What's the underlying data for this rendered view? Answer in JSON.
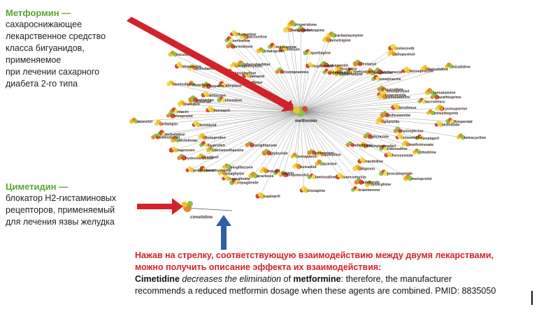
{
  "notes": {
    "metformin": {
      "title": "Метформин —",
      "lines": [
        "сахароснижающее",
        "лекарственное средство",
        "класса бигуанидов,",
        "применяемое",
        "при лечении сахарного",
        "диабета 2-го типа"
      ]
    },
    "cimetidine": {
      "title": "Циметидин —",
      "lines": [
        "блокатор H2-гистаминовых",
        "рецепторов, применяемый",
        "для лечения язвы желудка"
      ]
    }
  },
  "network": {
    "center_label": "metformin",
    "cimetidine_label": "cimetidine",
    "drug_labels": [
      "trimethoprim",
      "tolbutamide",
      "thiopental",
      "dofetilide",
      "glipizide",
      "tetracycline",
      "epinephrine",
      "enalapril",
      "cimetidine",
      "methotrexate",
      "ritodrine",
      "gliclazide",
      "zidovudine",
      "furosemide",
      "ethinylestradiol",
      "metoprolol",
      "nifedipine",
      "procainamide",
      "ranitidine",
      "digoxin",
      "morphine",
      "amiloride",
      "triamterene",
      "vancomycin",
      "quinidine",
      "quinine",
      "phenytoin",
      "lamivudine",
      "clozapine",
      "estradiol",
      "verapamil",
      "propranolol",
      "aspirin",
      "captopril",
      "insulin",
      "acarbose",
      "glyburide",
      "repaglinide",
      "nateglinide",
      "sitagliptin",
      "pioglitazone",
      "rosiglitazone",
      "levothyroxine",
      "prednisone",
      "cortisol",
      "dexamethasone",
      "hydrocortisone",
      "ibuprofen",
      "naproxen",
      "ketoprofen",
      "diclofenac",
      "salbutamol",
      "terbutaline",
      "isoniazid",
      "rifampin",
      "atenolol",
      "bisoprolol",
      "niacin",
      "lisinopril",
      "ramipril",
      "losartan",
      "valsartan",
      "clonidine",
      "diltiazem",
      "amlodipine",
      "warfarin",
      "heparin",
      "alteplase",
      "dopamine",
      "dobutamine",
      "nicotine",
      "caffeine",
      "theophylline",
      "danazol",
      "fosphenytoin",
      "phenobarbital",
      "primidone",
      "sertraline",
      "fluoxetine",
      "paroxetine",
      "citalopram",
      "clomipramine",
      "imipramine",
      "lithium",
      "haloperidol",
      "risperidone",
      "olanzapine",
      "quetiapine",
      "topiramate",
      "lamotrigine",
      "carbamazepine",
      "gabapentin",
      "baclofen",
      "tramadol",
      "codeine",
      "oxycodone",
      "fentanyl",
      "meloxicam",
      "celecoxib",
      "allopurinol",
      "colchicine",
      "probenecid",
      "omeprazole",
      "lansoprazole",
      "famotidine",
      "nizatidine",
      "sucralfate",
      "misoprostol",
      "loperamide",
      "sulfasalazine",
      "mesalamine",
      "azathioprine",
      "tacrolimus",
      "sirolimus",
      "cyclosporine"
    ]
  },
  "caption": {
    "red_line1": "Нажав на стрелку, соответствующую взаимодействию между двумя лекарствами,",
    "red_line2": "можно получить описание эффекта их взаимодействия:",
    "drug_a": "Cimetidine",
    "effect": "decreases the elimination",
    "of": "of",
    "drug_b": "metformine",
    "after": ": therefore, the manufacturer",
    "line2": "recommends a reduced metformin dosage when these agents are combined. PMID: 8835050"
  },
  "colors": {
    "accent_green": "#5aa533",
    "accent_red": "#d2232a",
    "pointer_blue": "#2f5fa7",
    "node_colors": [
      "#e9c629",
      "#e58a2b",
      "#8cc24a",
      "#d64a32",
      "#f0d75a"
    ]
  }
}
